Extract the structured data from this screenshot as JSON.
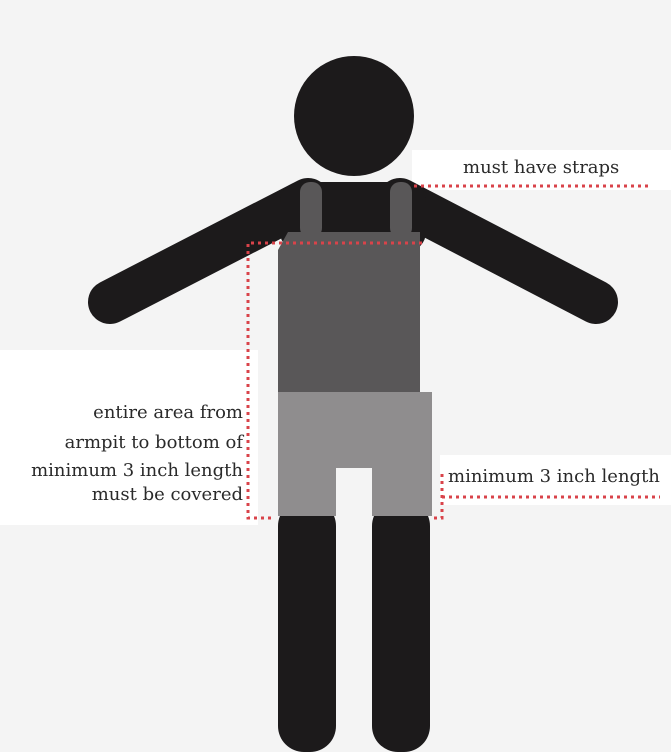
{
  "annotations": {
    "straps": "must have straps",
    "side_line1": "entire area from",
    "side_line2": "armpit to bottom of",
    "side_line3": "minimum 3 inch length",
    "side_line4": "must be covered",
    "length": "minimum 3 inch length"
  },
  "colors": {
    "body": "#1c1a1b",
    "top": "#595758",
    "bottom": "#8f8d8e",
    "dotted_line": "#d9434a",
    "background": "#f4f4f4"
  }
}
